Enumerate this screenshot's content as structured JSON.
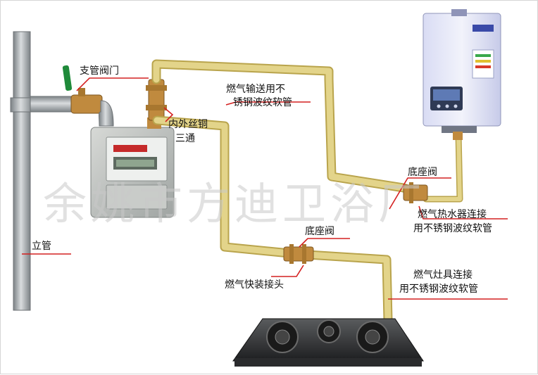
{
  "labels": {
    "branch_valve": "支管阀门",
    "gas_pipe_1": "燃气输送用不",
    "gas_pipe_2": "锈钢波纹软管",
    "tee_1": "内外丝铜",
    "tee_2": "三通",
    "base_valve_heater": "底座阀",
    "heater_hose_1": "燃气热水器连接",
    "heater_hose_2": "用不锈钢波纹软管",
    "riser": "立管",
    "base_valve_stove": "底座阀",
    "quick_connector": "燃气快装接头",
    "stove_hose_1": "燃气灶具连接",
    "stove_hose_2": "用不锈钢波纹软管"
  },
  "watermark": "余姚市方迪卫浴厂",
  "colors": {
    "pipe_yellow": "#e3d48a",
    "pipe_edge": "#b9a44c",
    "riser_gray": "#9ea3a6",
    "copper": "#c08a3e",
    "valve_green": "#1f8a3a",
    "leader_red": "#d42020"
  }
}
